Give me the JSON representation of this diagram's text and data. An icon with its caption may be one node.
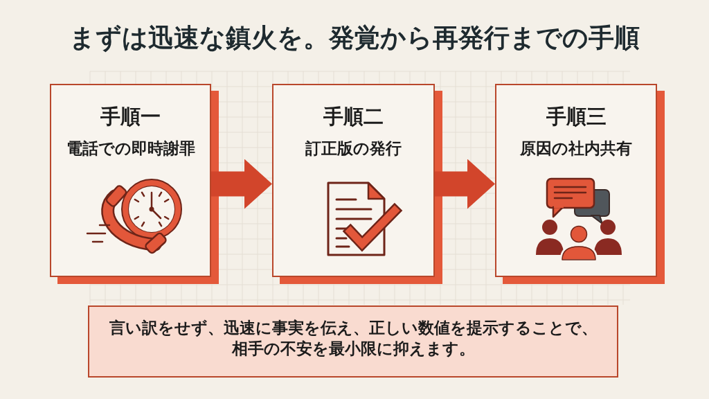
{
  "diagram": {
    "title": "まずは迅速な鎮火を。発覚から再発行までの手順",
    "nodes": [
      {
        "text": [
          "手順一",
          "電話での即時謝罪"
        ]
      },
      {
        "text": [
          "手順二",
          "訂正版の発行"
        ]
      },
      {
        "text": [
          "手順三",
          "原因の社内共有"
        ]
      },
      {
        "text": [
          "言い訳をせず、迅速に事実を伝え、正しい数値を提示することで、相手の不安を最小限に抑えます。"
        ]
      }
    ],
    "edges": [
      {
        "from": 0,
        "to": 1,
        "arrow": "to"
      },
      {
        "from": 1,
        "to": 2,
        "arrow": "to"
      }
    ]
  }
}
